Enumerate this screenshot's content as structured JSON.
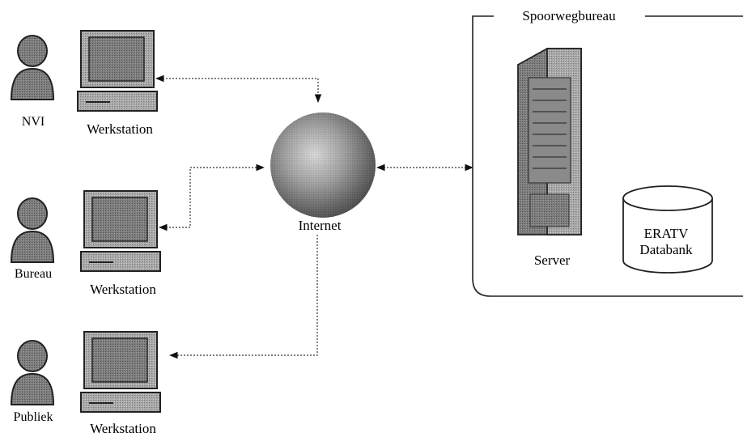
{
  "users": [
    {
      "label": "NVI",
      "workstation_label": "Werkstation"
    },
    {
      "label": "Bureau",
      "workstation_label": "Werkstation"
    },
    {
      "label": "Publiek",
      "workstation_label": "Werkstation"
    }
  ],
  "internet": {
    "label": "Internet"
  },
  "agency": {
    "group_label": "Spoorwegbureau",
    "server_label": "Server",
    "database_label_line1": "ERATV",
    "database_label_line2": "Databank"
  },
  "colors": {
    "line": "#333333",
    "body_gray": "#8c8c8c",
    "monitor_gray": "#b5b5b5",
    "screen_gray": "#9a9a9a",
    "globe_dark": "#3a3a3a",
    "globe_light": "#e0e0e0"
  },
  "icons": [
    "person-icon",
    "workstation-icon",
    "globe-icon",
    "server-icon",
    "database-icon"
  ]
}
